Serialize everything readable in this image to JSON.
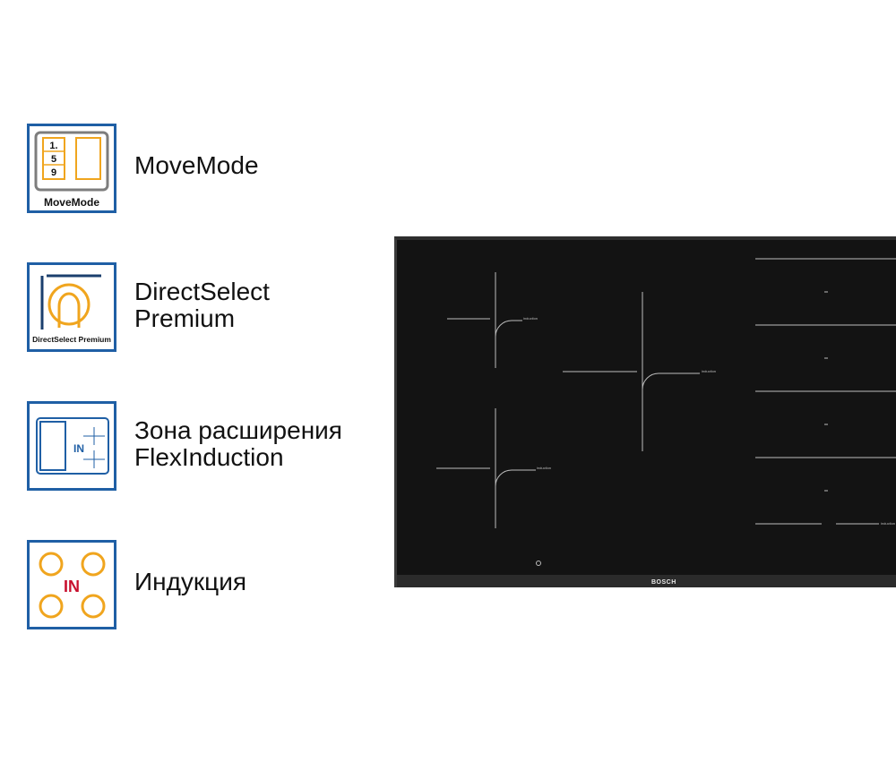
{
  "features": [
    {
      "name": "movemode",
      "badge_caption": "MoveMode",
      "badge_numbers": [
        "1.",
        "5",
        "9"
      ],
      "title_lines": [
        "MoveMode"
      ]
    },
    {
      "name": "directselect-premium",
      "badge_caption": "DirectSelect Premium",
      "title_lines": [
        "DirectSelect",
        "Premium"
      ]
    },
    {
      "name": "flexinduction",
      "badge_text": "IN",
      "title_lines": [
        "Зона расширения",
        "FlexInduction"
      ]
    },
    {
      "name": "induction",
      "badge_text": "IN",
      "title_lines": [
        "Индукция"
      ]
    }
  ],
  "hob": {
    "brand": "BOSCH",
    "zone_label": "induction",
    "flex_label": "induction",
    "colors": {
      "surface": "#131313",
      "frame": "#2b2b2b",
      "lines": "#bdbdbd"
    }
  },
  "colors": {
    "badge_border": "#1f5fa5",
    "orange": "#f0a51e",
    "red": "#c8102e",
    "navy": "#1b3f6e",
    "gray": "#7d7d7d"
  }
}
